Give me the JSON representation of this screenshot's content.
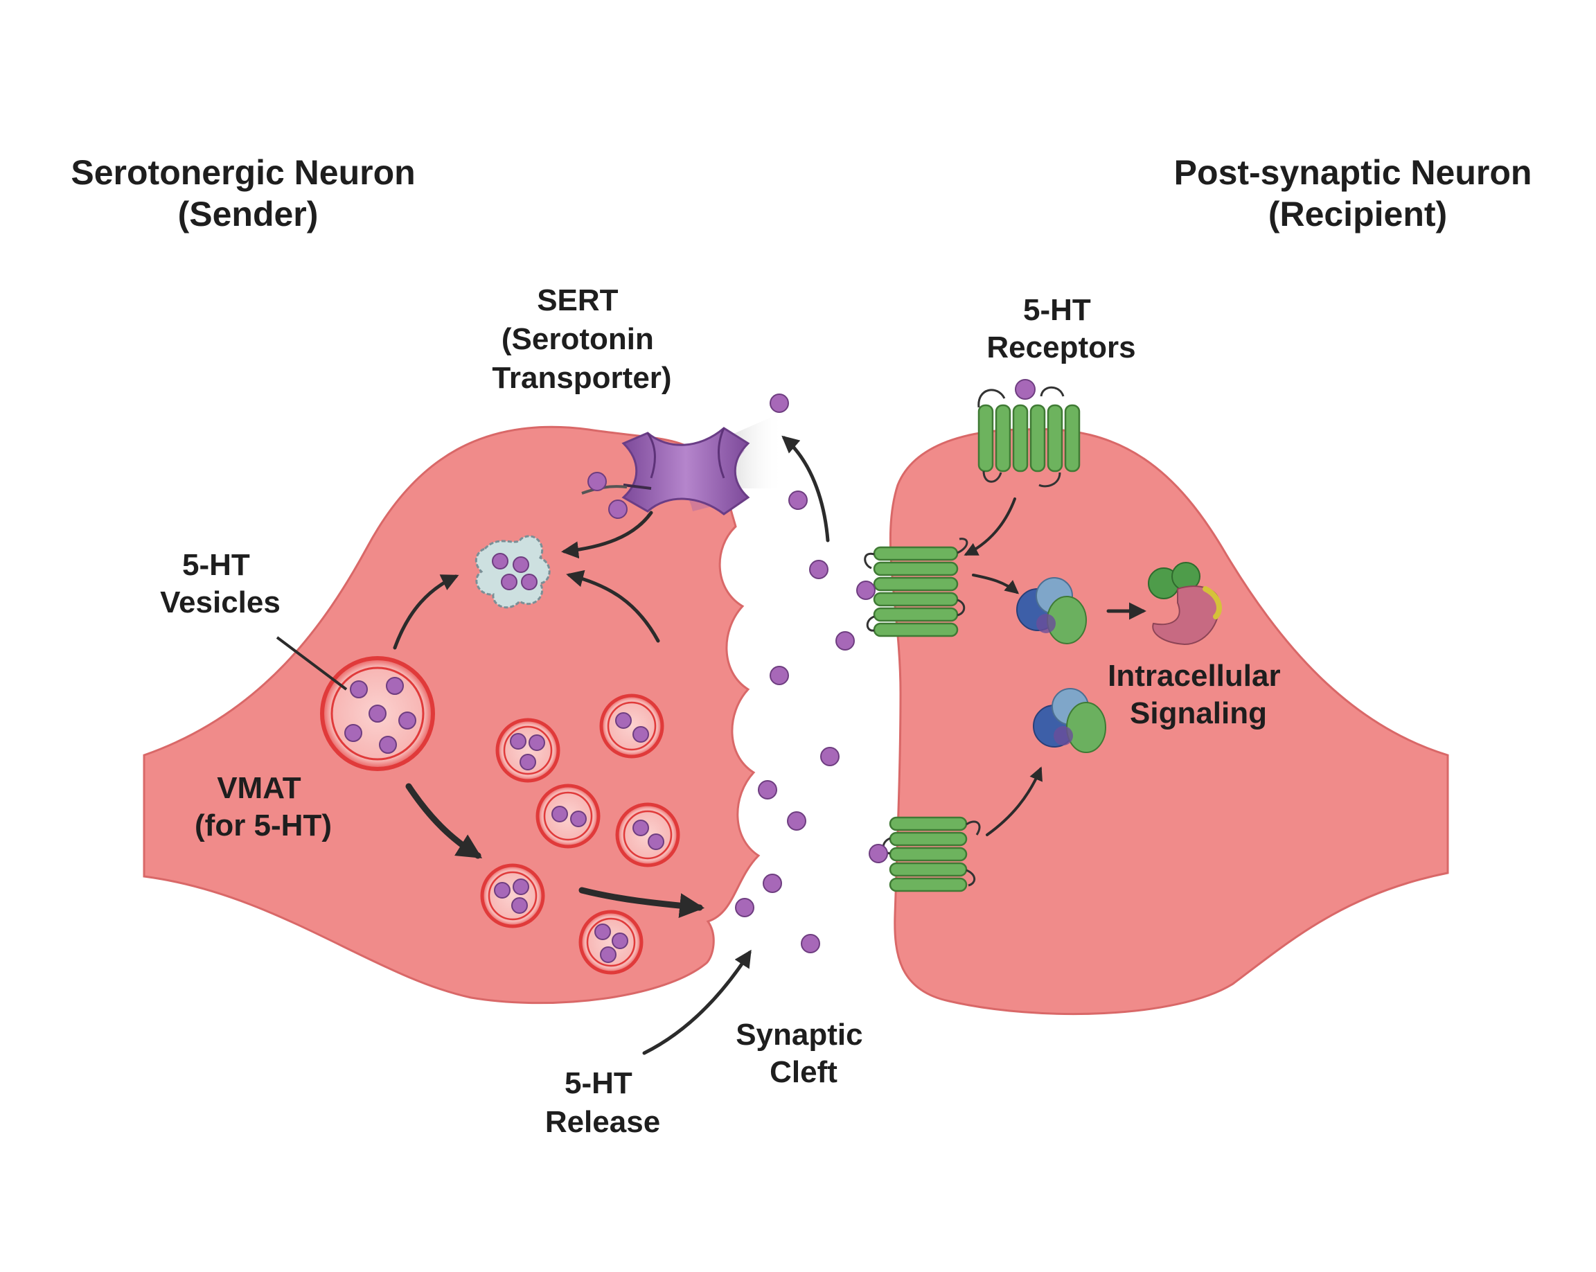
{
  "labels": {
    "sender_title": [
      "Serotonergic Neuron",
      "(Sender)"
    ],
    "recipient_title": [
      "Post-synaptic Neuron",
      "(Recipient)"
    ],
    "sert": [
      "SERT",
      "(Serotonin",
      "Transporter)"
    ],
    "receptors": [
      "5-HT",
      "Receptors"
    ],
    "vesicles": [
      "5-HT",
      "Vesicles"
    ],
    "vmat": [
      "VMAT",
      "(for 5-HT)"
    ],
    "signaling": [
      "Intracellular",
      "Signaling"
    ],
    "cleft": [
      "Synaptic",
      "Cleft"
    ],
    "release": [
      "5-HT",
      "Release"
    ]
  },
  "colors": {
    "neuron_fill": "#f08b8a",
    "neuron_edge": "#d96868",
    "vesicle_ring": "#e03a3a",
    "serotonin": "#a768b8",
    "receptor": "#5aa84c",
    "transporter": "#9a5fb0",
    "arrow": "#2b2b2b"
  }
}
